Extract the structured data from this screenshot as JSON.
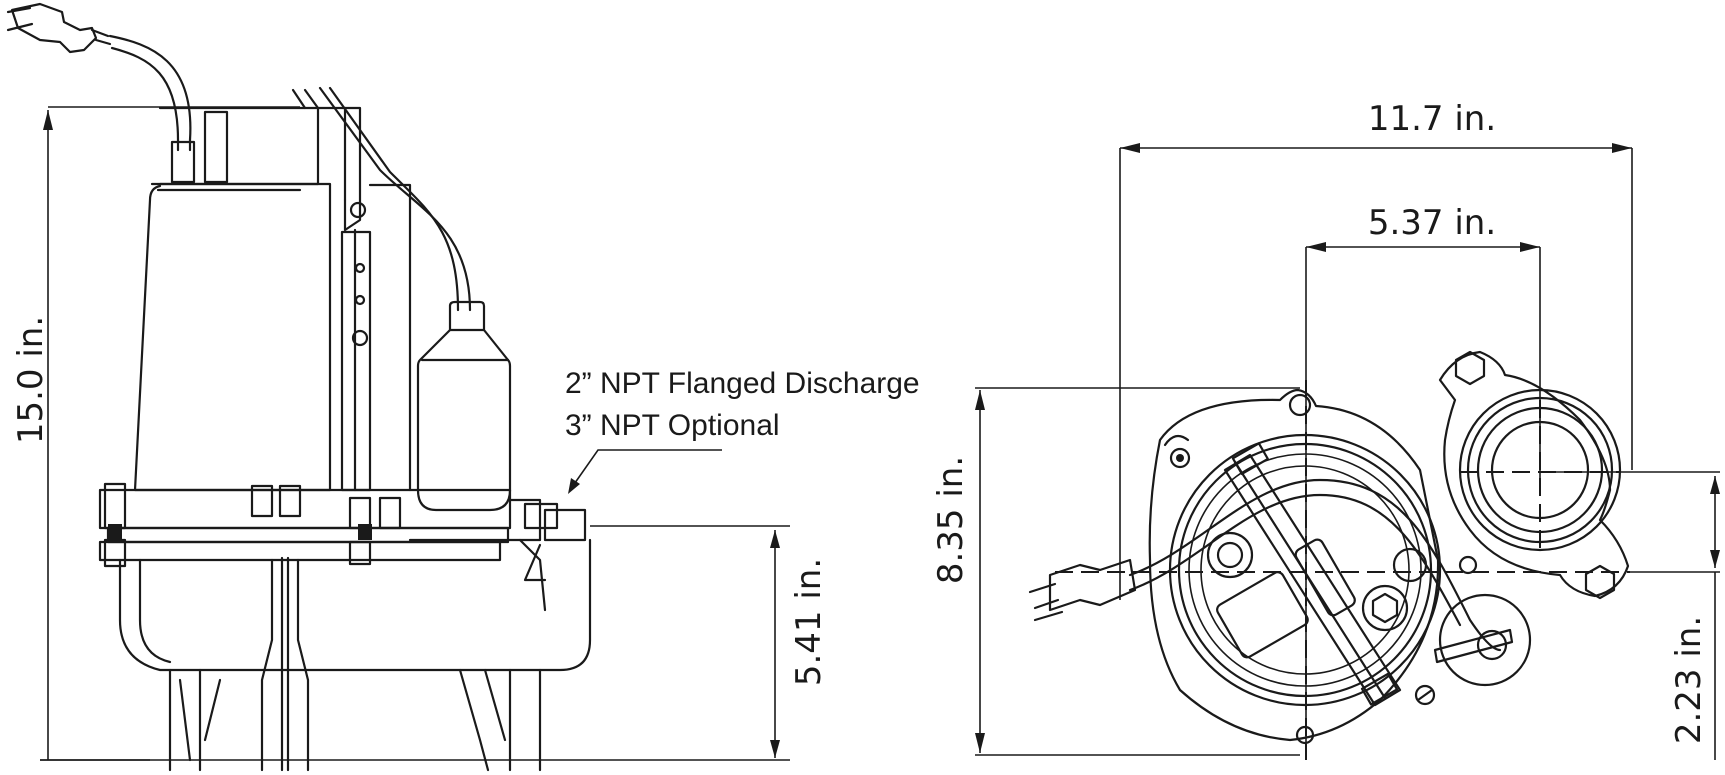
{
  "drawing": {
    "side_view": {
      "height_dimension": "15.0 in.",
      "inlet_height_dimension": "5.41 in.",
      "discharge_label_line1": "2” NPT Flanged Discharge",
      "discharge_label_line2": "3” NPT Optional"
    },
    "top_view": {
      "overall_width_dimension": "11.7 in.",
      "center_offset_dimension": "5.37 in.",
      "depth_dimension": "8.35 in.",
      "discharge_offset_dimension": "2.23 in."
    }
  },
  "colors": {
    "line": "#1a1a1a",
    "background": "#ffffff"
  }
}
